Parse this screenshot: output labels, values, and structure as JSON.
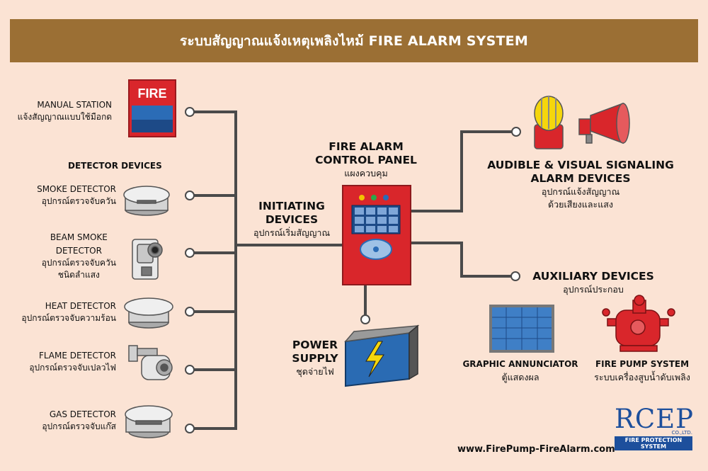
{
  "title": "ระบบสัญญาณแจ้งเหตุเพลิงไหม้  FIRE ALARM SYSTEM",
  "fire_sign": "FIRE",
  "manual_station": {
    "en": "MANUAL STATION",
    "th": "แจ้งสัญญาณแบบใช้มือกด"
  },
  "detector_heading": "DETECTOR DEVICES",
  "smoke": {
    "en": "SMOKE DETECTOR",
    "th": "อุปกรณ์ตรวจจับควัน"
  },
  "beam": {
    "en1": "BEAM SMOKE",
    "en2": "DETECTOR",
    "th1": "อุปกรณ์ตรวจจับควัน",
    "th2": "ชนิดลำแสง"
  },
  "heat": {
    "en": "HEAT DETECTOR",
    "th": "อุปกรณ์ตรวจจับความร้อน"
  },
  "flame": {
    "en": "FLAME DETECTOR",
    "th": "อุปกรณ์ตรวจจับเปลวไฟ"
  },
  "gas": {
    "en": "GAS DETECTOR",
    "th": "อุปกรณ์ตรวจจับแก๊ส"
  },
  "initiating": {
    "en1": "INITIATING",
    "en2": "DEVICES",
    "th": "อุปกรณ์เริ่มสัญญาณ"
  },
  "panel": {
    "en1": "FIRE ALARM",
    "en2": "CONTROL PANEL",
    "th": "แผงควบคุม"
  },
  "power": {
    "en1": "POWER",
    "en2": "SUPPLY",
    "th": "ชุดจ่ายไฟ"
  },
  "audible": {
    "en1": "AUDIBLE & VISUAL SIGNALING",
    "en2": "ALARM DEVICES",
    "th1": "อุปกรณ์แจ้งสัญญาณ",
    "th2": "ด้วยเสียงและแสง"
  },
  "auxiliary": {
    "en": "AUXILIARY DEVICES",
    "th": "อุปกรณ์ประกอบ"
  },
  "annunciator": {
    "en": "GRAPHIC ANNUNCIATOR",
    "th": "ตู้แสดงผล"
  },
  "pump": {
    "en": "FIRE PUMP SYSTEM",
    "th": "ระบบเครื่องสูบน้ำดับเพลิง"
  },
  "website": "www.FirePump-FireAlarm.com",
  "logo": {
    "name": "RCEP",
    "co": "CO.,LTD.",
    "tagline": "FIRE PROTECTION SYSTEM"
  },
  "colors": {
    "banner": "#9b6f34",
    "background": "#fbe3d4",
    "panel_red": "#d9262b",
    "line": "#4a4a4a",
    "logo_blue": "#1d4f9c"
  }
}
